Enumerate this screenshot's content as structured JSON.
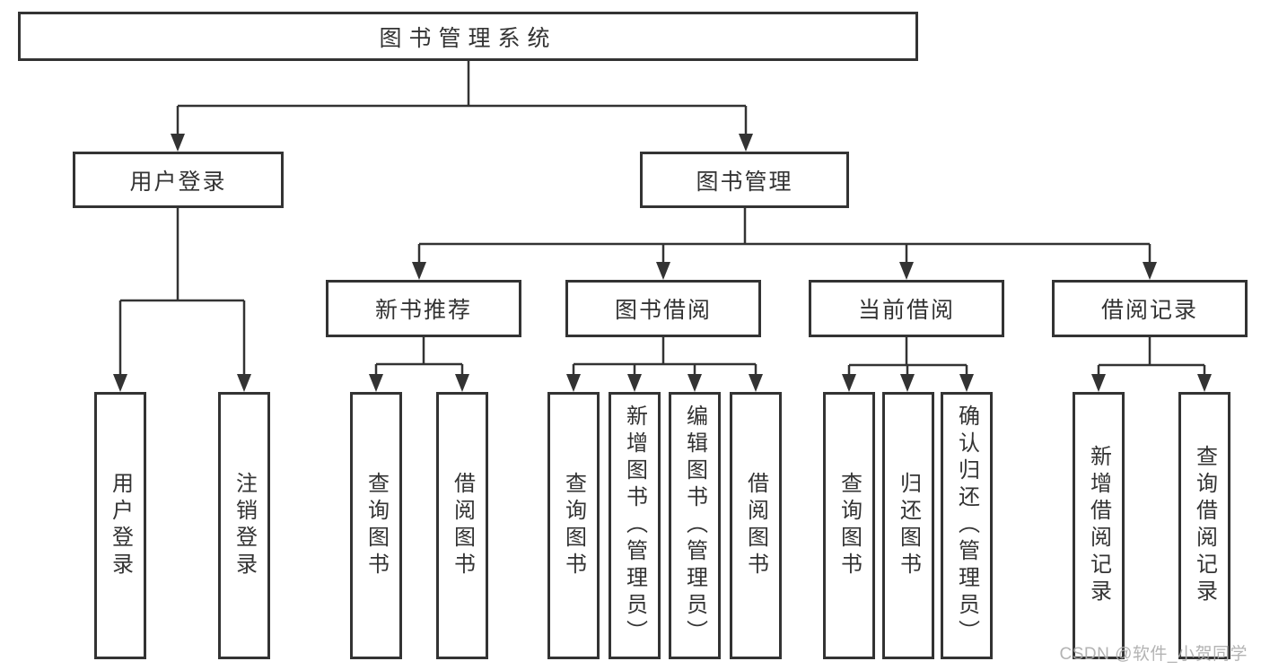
{
  "diagram": {
    "title_node": {
      "label": "图书管理系统"
    },
    "level2": [
      {
        "label": "用户登录"
      },
      {
        "label": "图书管理"
      }
    ],
    "level3": [
      {
        "label": "新书推荐"
      },
      {
        "label": "图书借阅"
      },
      {
        "label": "当前借阅"
      },
      {
        "label": "借阅记录"
      }
    ],
    "leaves": {
      "user_login": [
        "用户登录",
        "注销登录"
      ],
      "new_book_recommend": [
        "查询图书",
        "借阅图书"
      ],
      "book_borrow": [
        "查询图书",
        "新增图书（管理员）",
        "编辑图书（管理员）",
        "借阅图书"
      ],
      "current_borrow": [
        "查询图书",
        "归还图书",
        "确认归还（管理员）"
      ],
      "borrow_record": [
        "新增借阅记录",
        "查询借阅记录"
      ]
    }
  },
  "watermark": "CSDN @软件_小贺同学",
  "colors": {
    "line": "#333333",
    "box_border": "#333333",
    "text": "#333333",
    "watermark": "#acacac",
    "background": "#ffffff"
  }
}
